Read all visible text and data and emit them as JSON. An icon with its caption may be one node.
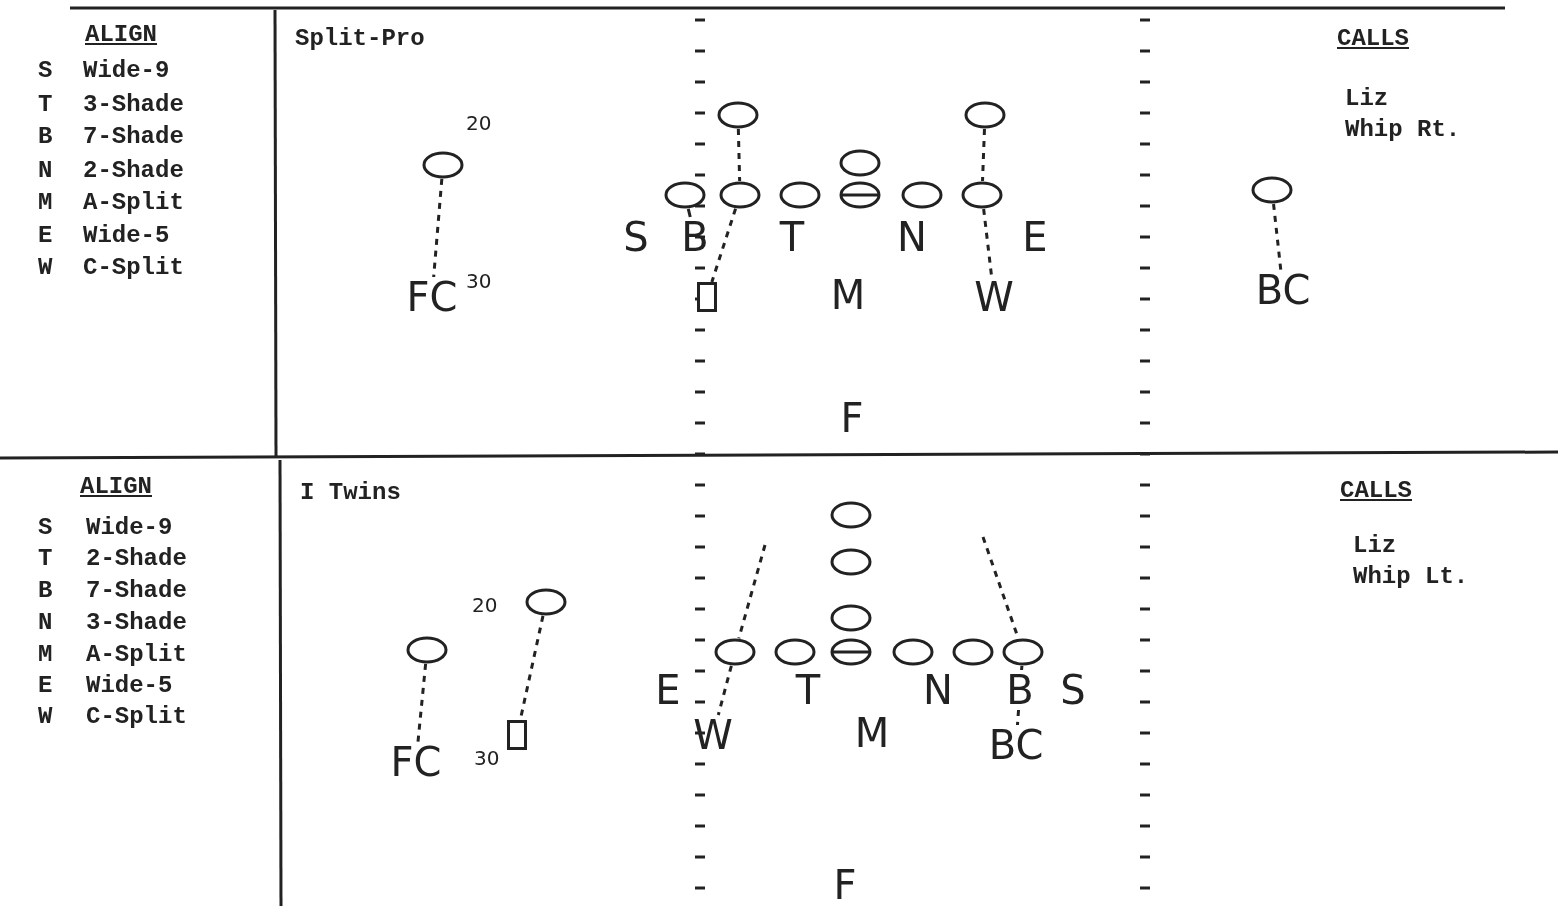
{
  "diagram": {
    "nodes": [
      {
        "text": [],
        "shape": "circle"
      },
      {
        "text": [],
        "shape": "circle"
      },
      {
        "text": [],
        "shape": "circle"
      },
      {
        "text": [],
        "shape": "circle"
      },
      {
        "text": [],
        "shape": "circle"
      },
      {
        "text": [],
        "shape": "circle"
      },
      {
        "text": [],
        "shape": "circle"
      },
      {
        "text": [],
        "shape": "circle"
      },
      {
        "text": [],
        "shape": "circle"
      },
      {
        "text": [],
        "shape": "circle"
      },
      {
        "text": [],
        "shape": "circle"
      },
      {
        "text": [
          "S"
        ]
      },
      {
        "text": [
          "B"
        ]
      },
      {
        "text": [
          "T"
        ]
      },
      {
        "text": [
          "N"
        ]
      },
      {
        "text": [
          "E"
        ]
      },
      {
        "text": [
          "FC"
        ]
      },
      {
        "text": [],
        "shape": "box"
      },
      {
        "text": [
          "M"
        ]
      },
      {
        "text": [
          "W"
        ]
      },
      {
        "text": [
          "BC"
        ]
      },
      {
        "text": [
          "F"
        ]
      },
      {
        "text": [],
        "shape": "circle"
      },
      {
        "text": [],
        "shape": "circle"
      },
      {
        "text": [],
        "shape": "circle"
      },
      {
        "text": [],
        "shape": "circle"
      },
      {
        "text": [],
        "shape": "circle"
      },
      {
        "text": [],
        "shape": "circle"
      },
      {
        "text": [],
        "shape": "circle"
      },
      {
        "text": [],
        "shape": "circle"
      },
      {
        "text": [],
        "shape": "circle"
      },
      {
        "text": [],
        "shape": "circle"
      },
      {
        "text": [],
        "shape": "circle"
      },
      {
        "text": [
          "E"
        ]
      },
      {
        "text": [
          "T"
        ]
      },
      {
        "text": [
          "N"
        ]
      },
      {
        "text": [
          "B"
        ]
      },
      {
        "text": [
          "S"
        ]
      },
      {
        "text": [
          "W"
        ]
      },
      {
        "text": [],
        "shape": "box"
      },
      {
        "text": [
          "M"
        ]
      },
      {
        "text": [
          "FC"
        ]
      },
      {
        "text": [
          "BC"
        ]
      },
      {
        "text": [
          "F"
        ]
      }
    ],
    "edges": [
      {
        "from": 2,
        "to": 16,
        "arrow": "none",
        "style": "dashed"
      },
      {
        "from": 0,
        "to": 5,
        "arrow": "none",
        "style": "dashed"
      },
      {
        "from": 5,
        "to": 17,
        "arrow": "none",
        "style": "dashed"
      },
      {
        "from": 1,
        "to": 9,
        "arrow": "none",
        "style": "dashed"
      },
      {
        "from": 9,
        "to": 19,
        "arrow": "none",
        "style": "dashed"
      },
      {
        "from": 10,
        "to": 20,
        "arrow": "none",
        "style": "dashed"
      },
      {
        "from": 4,
        "to": 12,
        "arrow": "none"
      },
      {
        "from": 26,
        "to": 41,
        "arrow": "none",
        "style": "dashed"
      },
      {
        "from": 24,
        "to": 39,
        "arrow": "none",
        "style": "dashed"
      },
      {
        "from": null,
        "to": 27,
        "arrow": "none",
        "style": "dashed"
      },
      {
        "from": 27,
        "to": 38,
        "arrow": "none",
        "style": "dashed"
      },
      {
        "from": null,
        "to": 32,
        "arrow": "none",
        "style": "dashed"
      },
      {
        "from": 32,
        "to": 36,
        "arrow": "none",
        "style": "dashed"
      },
      {
        "from": 36,
        "to": 42,
        "arrow": "none",
        "style": "dashed"
      }
    ],
    "labels": [
      "ALIGN",
      "S",
      "Wide-9",
      "T",
      "3-Shade",
      "B",
      "7-Shade",
      "N",
      "2-Shade",
      "M",
      "A-Split",
      "E",
      "Wide-5",
      "W",
      "C-Split",
      "Split-Pro",
      "CALLS",
      "Liz",
      "Whip Rt.",
      "20",
      "30",
      "ALIGN",
      "S",
      "Wide-9",
      "T",
      "2-Shade",
      "B",
      "7-Shade",
      "N",
      "3-Shade",
      "M",
      "A-Split",
      "E",
      "Wide-5",
      "W",
      "C-Split",
      "I Twins",
      "CALLS",
      "Liz",
      "Whip Lt.",
      "20",
      "30"
    ]
  }
}
